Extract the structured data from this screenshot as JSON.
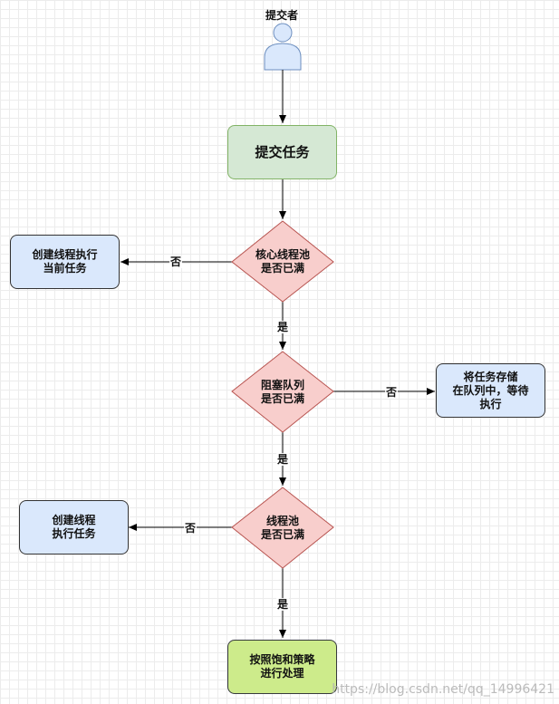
{
  "actor": {
    "label": "提交者",
    "icon": "user-icon"
  },
  "nodes": {
    "submit": "提交任务",
    "core_full": "核心线程池\n是否已满",
    "create_exec": "创建线程执行\n当前任务",
    "queue_full": "阻塞队列\n是否已满",
    "store_queue": "将任务存储\n在队列中，等待\n执行",
    "pool_full": "线程池\n是否已满",
    "create_thread": "创建线程\n执行任务",
    "policy": "按照饱和策略\n进行处理"
  },
  "edge_labels": {
    "core_no": "否",
    "core_yes": "是",
    "queue_no": "否",
    "queue_yes": "是",
    "pool_no": "否",
    "pool_yes": "是"
  },
  "watermark": "https://blog.csdn.net/qq_14996421",
  "colors": {
    "submit_fill": "#d5e8d4",
    "submit_stroke": "#82b366",
    "decision_fill": "#f8cecc",
    "decision_stroke": "#b85450",
    "action_fill": "#dae8fc",
    "policy_fill": "#cdeb8b",
    "actor_fill": "#dae8fc",
    "actor_stroke": "#6c8ebf"
  }
}
